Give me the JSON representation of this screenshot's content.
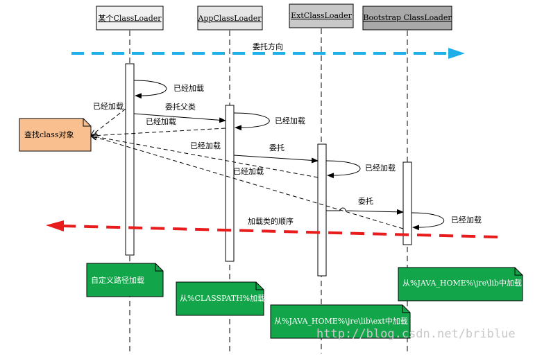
{
  "participants": [
    {
      "label": "某个ClassLoader"
    },
    {
      "label": "AppClassLoader"
    },
    {
      "label": "ExtClassLoader"
    },
    {
      "label": "Bootstrap ClassLoader"
    }
  ],
  "direction_label": "委托方向",
  "load_order_label": "加载类的顺序",
  "find_class_note": "查找class对象",
  "messages": {
    "loaded": "已经加载",
    "delegate_parent": "委托父类",
    "delegate": "委托"
  },
  "notes": {
    "custom_path": "自定义路径加载",
    "classpath": "从%CLASSPATH%加载",
    "ext": "从%JAVA_HOME%\\jre\\lib\\ext中加载",
    "bootstrap": "从%JAVA_HOME%\\jre\\lib中加载"
  },
  "watermark": "http://blog.csdn.net/briblue",
  "colors": {
    "delegation_arrow": "#1eaee8",
    "load_order_arrow": "#e81c1c",
    "find_note_fill": "#f9bf8f",
    "green_note_fill": "#12a54a",
    "participant_1_fill": "#f2f2f2",
    "participant_2_fill": "#e6e6e6",
    "participant_3_fill": "#c8c8c8",
    "participant_4_fill": "#a9a9a9"
  }
}
